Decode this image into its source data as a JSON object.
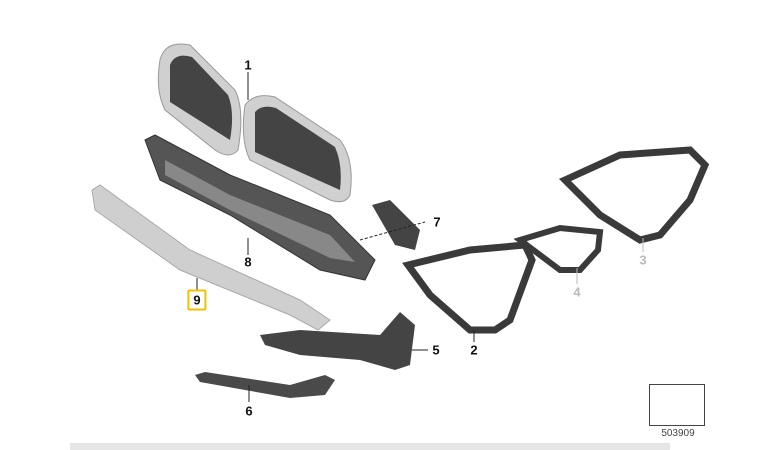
{
  "diagram": {
    "callouts": [
      {
        "id": "1",
        "label": "1",
        "state": "normal"
      },
      {
        "id": "2",
        "label": "2",
        "state": "normal"
      },
      {
        "id": "3",
        "label": "3",
        "state": "dimmed"
      },
      {
        "id": "4",
        "label": "4",
        "state": "dimmed"
      },
      {
        "id": "5",
        "label": "5",
        "state": "normal"
      },
      {
        "id": "6",
        "label": "6",
        "state": "normal"
      },
      {
        "id": "7",
        "label": "7",
        "state": "normal"
      },
      {
        "id": "8",
        "label": "8",
        "state": "normal"
      },
      {
        "id": "9",
        "label": "9",
        "state": "selected"
      }
    ],
    "reference_number": "503909",
    "highlight_color": "#f2c200",
    "part_color": "#3a3a3a",
    "chrome_color": "#c8c8c8"
  }
}
